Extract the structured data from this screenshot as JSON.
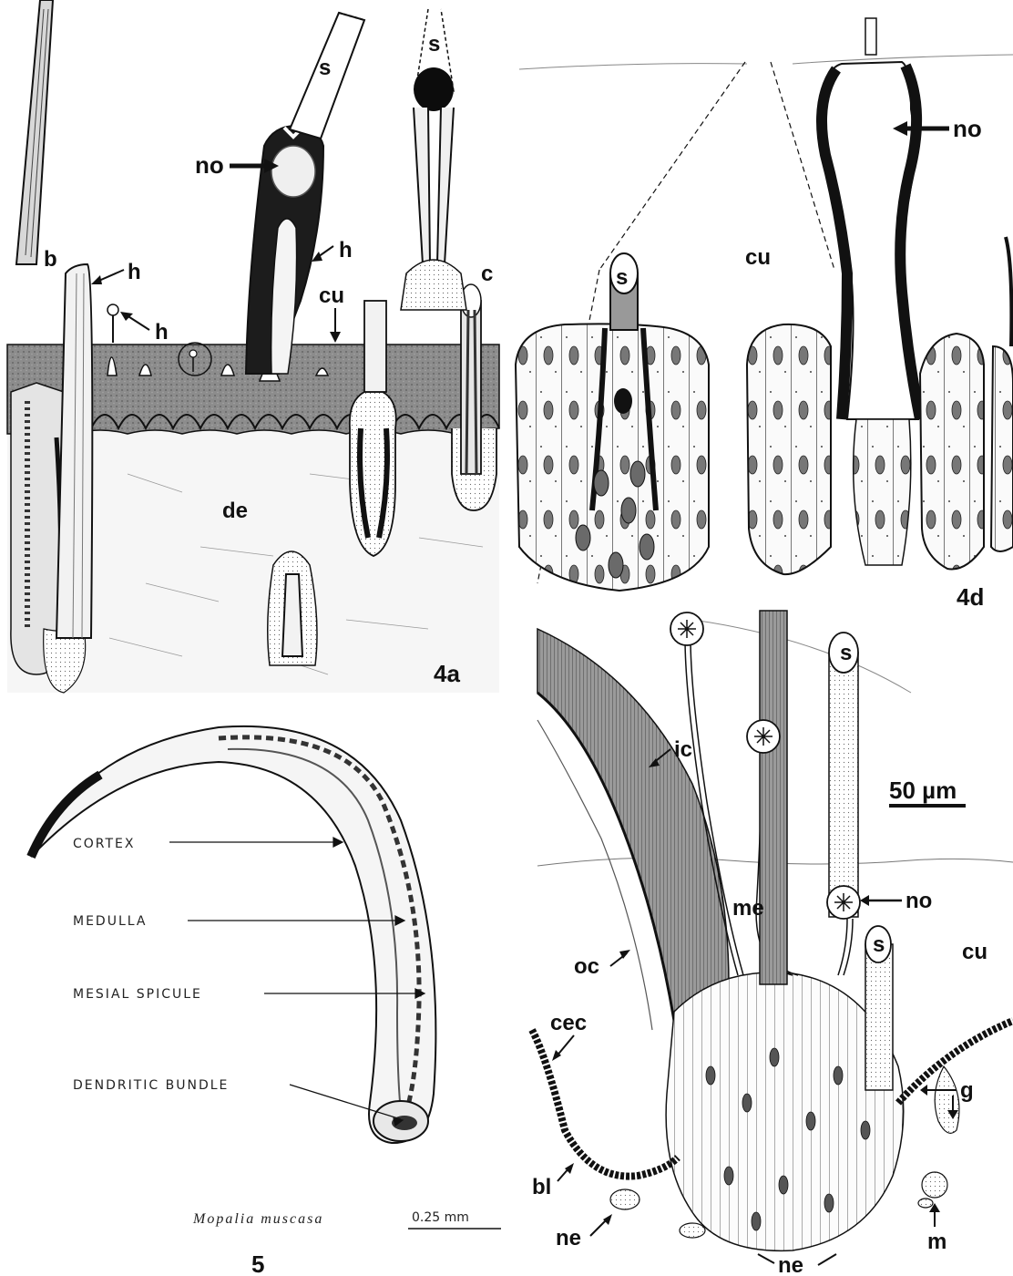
{
  "fig4a": {
    "panel_label": "4a",
    "sub_b": "b",
    "sub_c": "c",
    "labels": {
      "s": "s",
      "no": "no",
      "h": "h",
      "cu": "cu",
      "de": "de"
    }
  },
  "fig4d": {
    "panel_label": "4d",
    "labels": {
      "s": "s",
      "no": "no",
      "cu": "cu"
    }
  },
  "fig5": {
    "panel_label": "5",
    "labels": {
      "cortex": "CORTEX",
      "medulla": "MEDULLA",
      "mesial_spicule": "MESIAL SPICULE",
      "dendritic_bundle": "DENDRITIC BUNDLE"
    },
    "species": "Mopalia muscasa",
    "scale": "0.25 mm"
  },
  "fig6": {
    "scale": "50 µm",
    "labels": {
      "ic": "ic",
      "me": "me",
      "no": "no",
      "s": "s",
      "cu": "cu",
      "oc": "oc",
      "cec": "cec",
      "g": "g",
      "bl": "bl",
      "ne": "ne",
      "m": "m"
    }
  }
}
